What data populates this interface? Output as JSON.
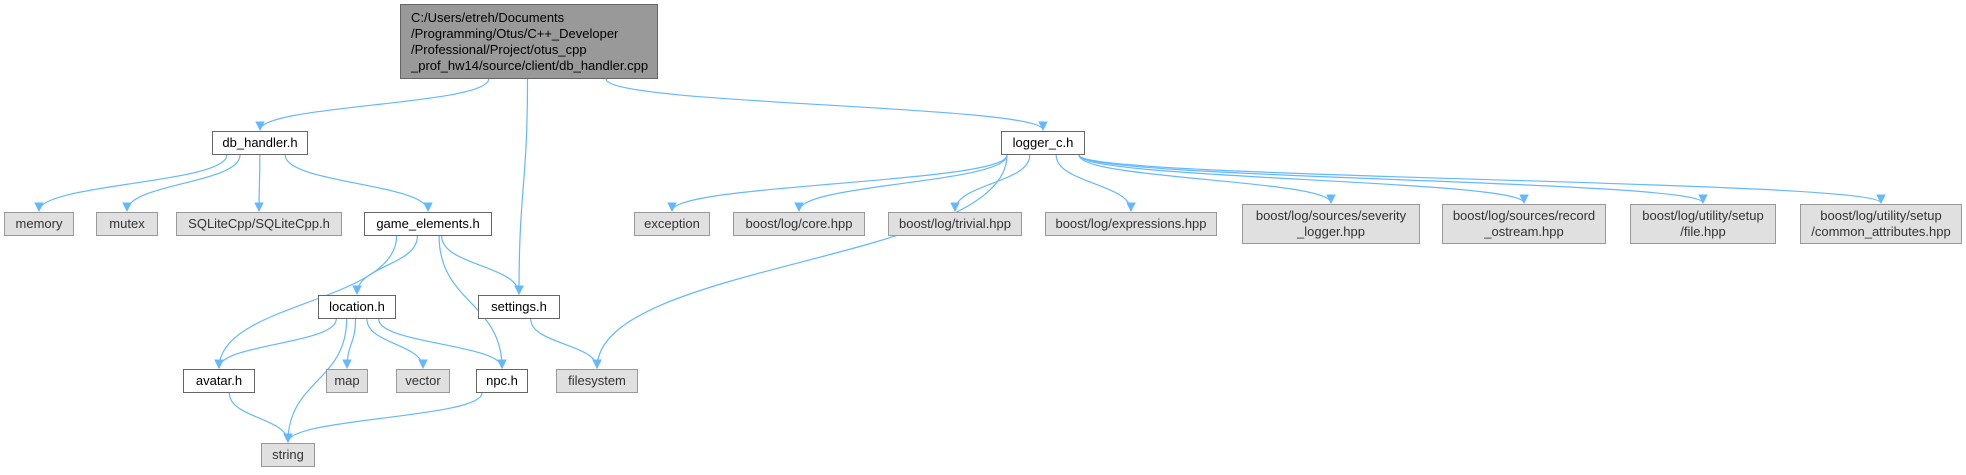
{
  "graph": {
    "title": "",
    "edge_color": "#63b8ff",
    "nodes": [
      {
        "id": "root",
        "label": "C:/Users/etreh/Documents\n/Programming/Otus/C++_Developer\n/Professional/Project/otus_cpp\n_prof_hw14/source/client/db_handler.cpp",
        "kind": "root"
      },
      {
        "id": "db_handler_h",
        "label": "db_handler.h",
        "kind": "internal"
      },
      {
        "id": "memory",
        "label": "memory",
        "kind": "external"
      },
      {
        "id": "mutex",
        "label": "mutex",
        "kind": "external"
      },
      {
        "id": "sqlitecpp",
        "label": "SQLiteCpp/SQLiteCpp.h",
        "kind": "external"
      },
      {
        "id": "game_elements_h",
        "label": "game_elements.h",
        "kind": "internal"
      },
      {
        "id": "location_h",
        "label": "location.h",
        "kind": "internal"
      },
      {
        "id": "settings_h",
        "label": "settings.h",
        "kind": "internal"
      },
      {
        "id": "avatar_h",
        "label": "avatar.h",
        "kind": "internal"
      },
      {
        "id": "map",
        "label": "map",
        "kind": "external"
      },
      {
        "id": "vector",
        "label": "vector",
        "kind": "external"
      },
      {
        "id": "npc_h",
        "label": "npc.h",
        "kind": "internal"
      },
      {
        "id": "string",
        "label": "string",
        "kind": "external"
      },
      {
        "id": "filesystem",
        "label": "filesystem",
        "kind": "external"
      },
      {
        "id": "logger_c_h",
        "label": "logger_c.h",
        "kind": "internal"
      },
      {
        "id": "exception",
        "label": "exception",
        "kind": "external"
      },
      {
        "id": "core_hpp",
        "label": "boost/log/core.hpp",
        "kind": "external"
      },
      {
        "id": "trivial_hpp",
        "label": "boost/log/trivial.hpp",
        "kind": "external"
      },
      {
        "id": "expressions_hpp",
        "label": "boost/log/expressions.hpp",
        "kind": "external"
      },
      {
        "id": "severity_logger_hpp",
        "label": "boost/log/sources/severity\n_logger.hpp",
        "kind": "external"
      },
      {
        "id": "record_ostream_hpp",
        "label": "boost/log/sources/record\n_ostream.hpp",
        "kind": "external"
      },
      {
        "id": "file_hpp",
        "label": "boost/log/utility/setup\n/file.hpp",
        "kind": "external"
      },
      {
        "id": "common_attributes_hpp",
        "label": "boost/log/utility/setup\n/common_attributes.hpp",
        "kind": "external"
      }
    ],
    "edges": [
      [
        "root",
        "db_handler_h"
      ],
      [
        "root",
        "settings_h"
      ],
      [
        "root",
        "logger_c_h"
      ],
      [
        "db_handler_h",
        "memory"
      ],
      [
        "db_handler_h",
        "mutex"
      ],
      [
        "db_handler_h",
        "sqlitecpp"
      ],
      [
        "db_handler_h",
        "game_elements_h"
      ],
      [
        "game_elements_h",
        "location_h"
      ],
      [
        "game_elements_h",
        "settings_h"
      ],
      [
        "game_elements_h",
        "avatar_h"
      ],
      [
        "game_elements_h",
        "npc_h"
      ],
      [
        "location_h",
        "avatar_h"
      ],
      [
        "location_h",
        "map"
      ],
      [
        "location_h",
        "vector"
      ],
      [
        "location_h",
        "npc_h"
      ],
      [
        "location_h",
        "string"
      ],
      [
        "avatar_h",
        "string"
      ],
      [
        "npc_h",
        "string"
      ],
      [
        "settings_h",
        "filesystem"
      ],
      [
        "logger_c_h",
        "filesystem"
      ],
      [
        "logger_c_h",
        "exception"
      ],
      [
        "logger_c_h",
        "core_hpp"
      ],
      [
        "logger_c_h",
        "trivial_hpp"
      ],
      [
        "logger_c_h",
        "expressions_hpp"
      ],
      [
        "logger_c_h",
        "severity_logger_hpp"
      ],
      [
        "logger_c_h",
        "record_ostream_hpp"
      ],
      [
        "logger_c_h",
        "file_hpp"
      ],
      [
        "logger_c_h",
        "common_attributes_hpp"
      ]
    ]
  }
}
